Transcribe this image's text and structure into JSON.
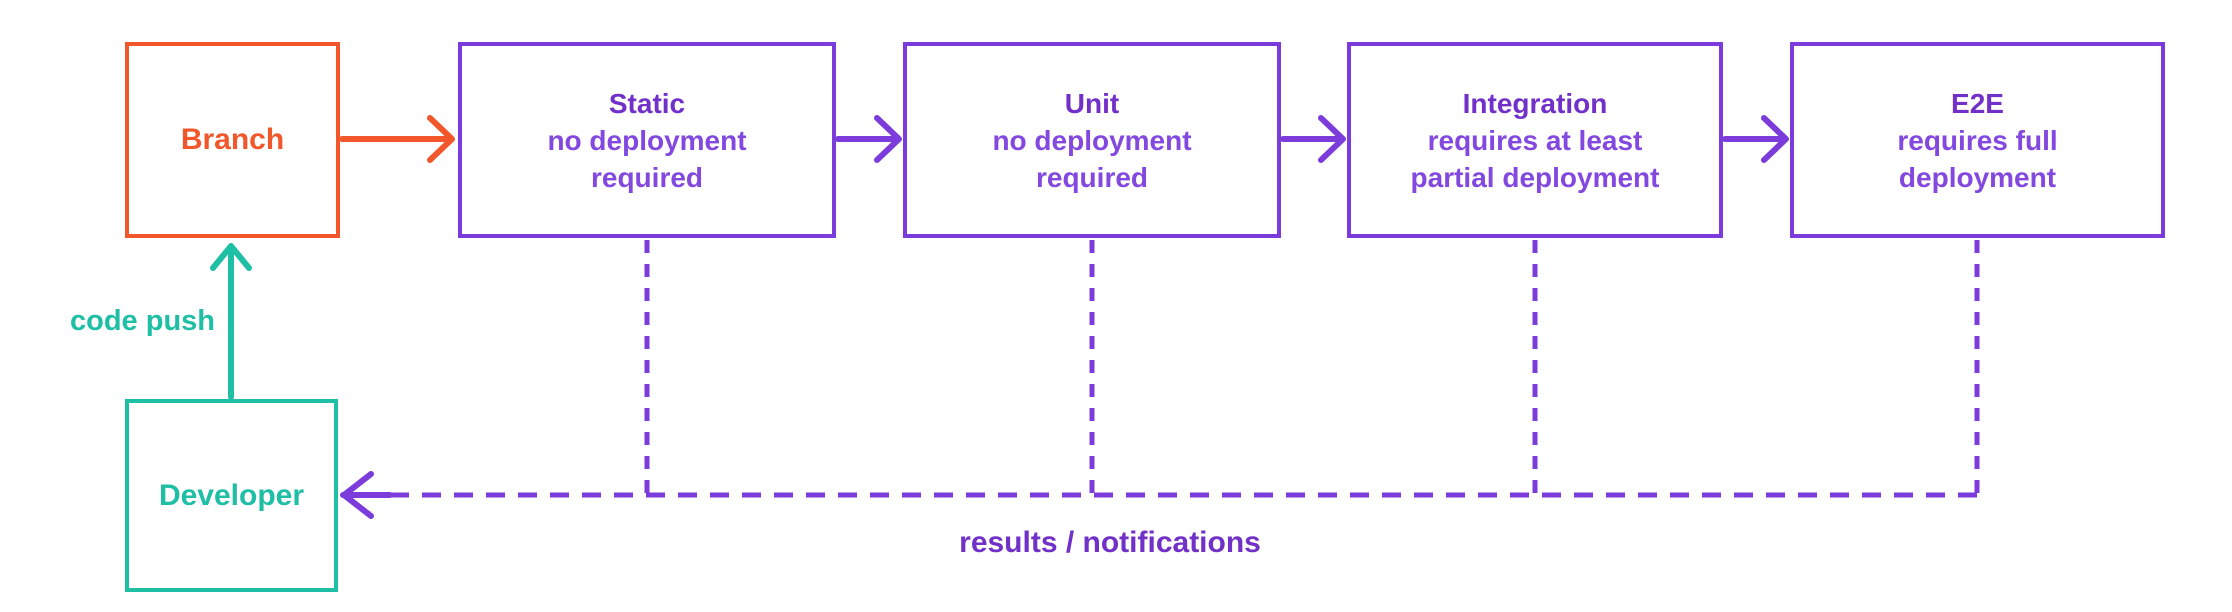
{
  "colors": {
    "orange": "#F2572B",
    "teal": "#1EBFA5",
    "purple_line": "#7C3BDB",
    "purple_title": "#7130C8",
    "purple_body": "#8348DF",
    "background": "#FFFFFF"
  },
  "nodes": {
    "branch": {
      "label": "Branch"
    },
    "developer": {
      "label": "Developer"
    },
    "static": {
      "title": "Static",
      "line1": "no deployment",
      "line2": "required"
    },
    "unit": {
      "title": "Unit",
      "line1": "no deployment",
      "line2": "required"
    },
    "integration": {
      "title": "Integration",
      "line1": "requires at least",
      "line2": "partial deployment"
    },
    "e2e": {
      "title": "E2E",
      "line1": "requires full",
      "line2": "deployment"
    }
  },
  "edges": {
    "code_push_label": "code push",
    "results_label": "results / notifications"
  }
}
